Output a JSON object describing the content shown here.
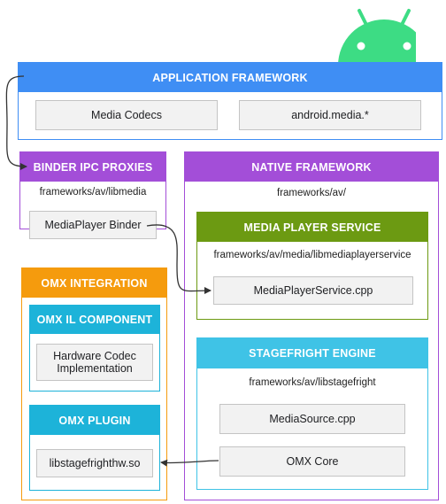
{
  "application_framework": {
    "title": "APPLICATION FRAMEWORK",
    "items": [
      "Media Codecs",
      "android.media.*"
    ]
  },
  "binder": {
    "title": "BINDER IPC PROXIES",
    "path": "frameworks/av/libmedia",
    "item": "MediaPlayer Binder"
  },
  "native_framework": {
    "title": "NATIVE FRAMEWORK",
    "path": "frameworks/av/"
  },
  "media_player_service": {
    "title": "MEDIA PLAYER SERVICE",
    "path": "frameworks/av/media/libmediaplayerservice",
    "item": "MediaPlayerService.cpp"
  },
  "stagefright": {
    "title": "STAGEFRIGHT ENGINE",
    "path": "frameworks/av/libstagefright",
    "items": [
      "MediaSource.cpp",
      "OMX Core"
    ]
  },
  "omx_integration": {
    "title": "OMX INTEGRATION"
  },
  "omx_il_component": {
    "title": "OMX IL COMPONENT",
    "item": "Hardware Codec Implementation"
  },
  "omx_plugin": {
    "title": "OMX PLUGIN",
    "item": "libstagefrighthw.so"
  },
  "colors": {
    "application_framework": "#3f8ef4",
    "binder": "#a34ed8",
    "native_framework": "#a34ed8",
    "media_player_service": "#6c9a12",
    "stagefright": "#3fc3e6",
    "omx_integration": "#f59b0d",
    "omx_sub_components": "#1db3d9",
    "android_logo": "#3ddc84",
    "arrows": "#333333"
  },
  "icons": [
    "android-logo-icon"
  ]
}
